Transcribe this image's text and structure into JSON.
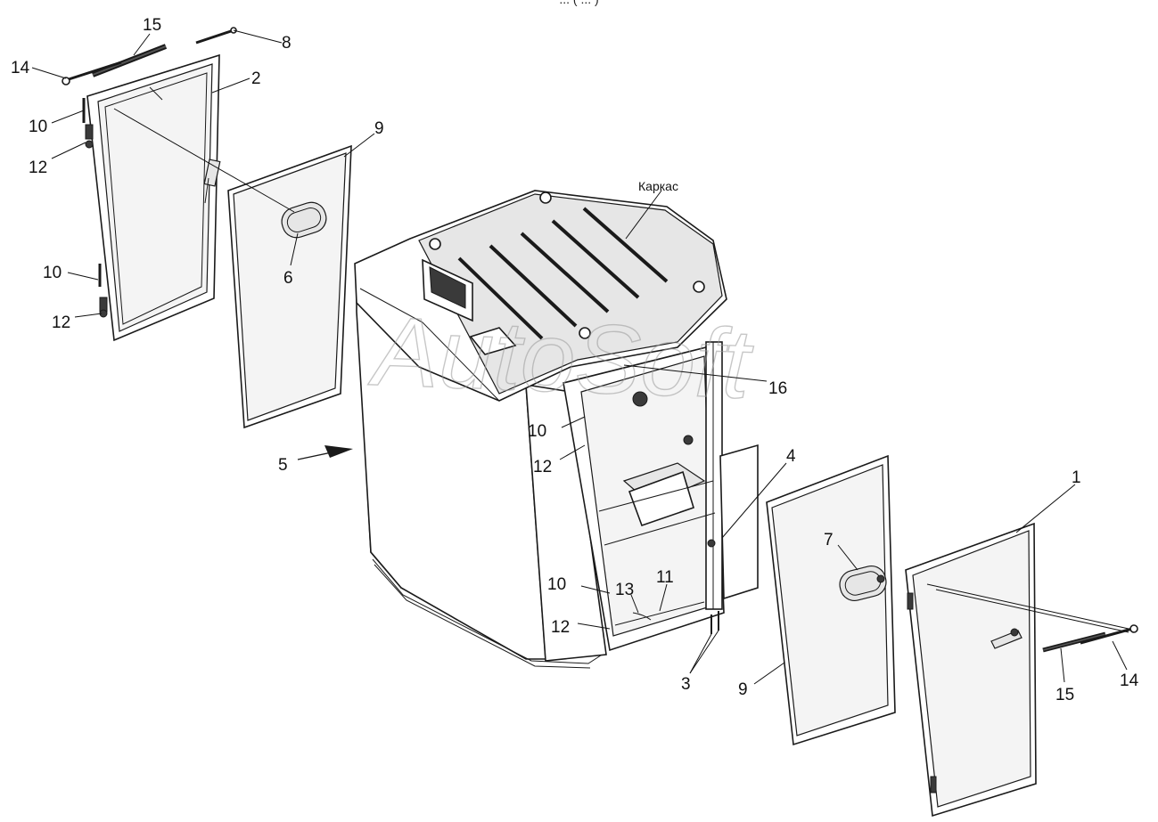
{
  "header": {
    "partial_title": "... ( ... )"
  },
  "watermark": "AutoSoft",
  "labels": {
    "frame": "Каркас",
    "l1": "1",
    "l2": "2",
    "l3": "3",
    "l4": "4",
    "l5": "5",
    "l6": "6",
    "l7": "7",
    "l8": "8",
    "l9_top": "9",
    "l9_bottom": "9",
    "l10_a": "10",
    "l10_b": "10",
    "l10_c": "10",
    "l10_d": "10",
    "l11": "11",
    "l12_a": "12",
    "l12_b": "12",
    "l12_c": "12",
    "l12_d": "12",
    "l13": "13",
    "l14_left": "14",
    "l14_right": "14",
    "l15_left": "15",
    "l15_right": "15",
    "l16": "16"
  }
}
